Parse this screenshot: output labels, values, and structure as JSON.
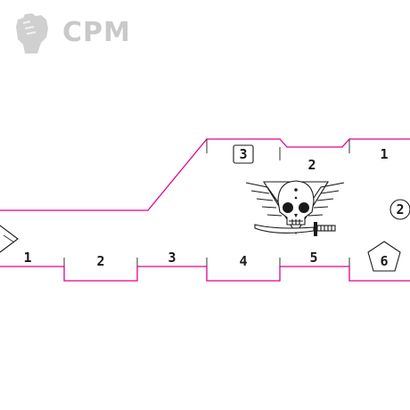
{
  "brand": {
    "logo_text": "CPM",
    "logo_color": "#c9c9c9"
  },
  "template": {
    "outline_color": "#e0008c",
    "emblem_icon": "skull-wings-dagger-emblem",
    "bottom_marks": [
      "1",
      "2",
      "3",
      "4",
      "5",
      "6"
    ],
    "top_marks": [
      "3",
      "2",
      "1"
    ],
    "side_mark": "2"
  }
}
